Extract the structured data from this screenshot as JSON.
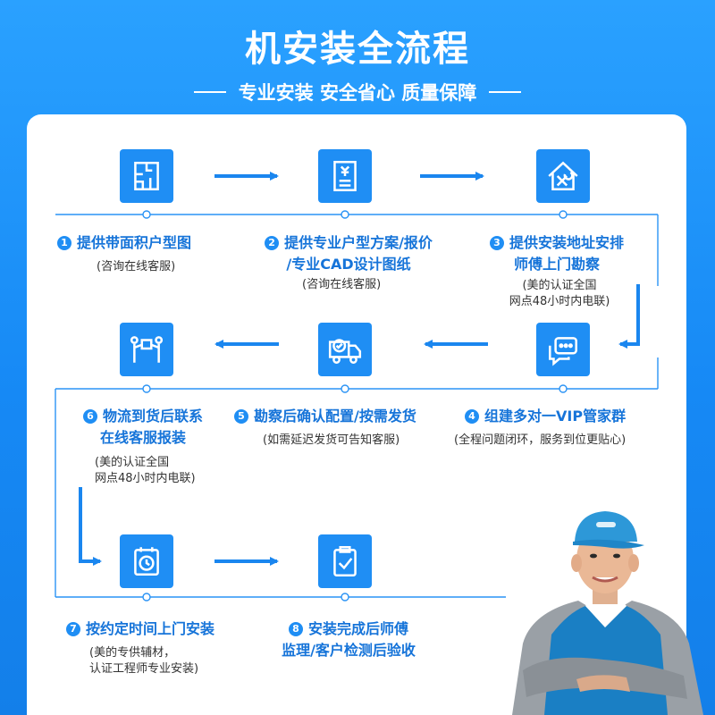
{
  "header": {
    "title": "机安装全流程",
    "subtitle": "专业安装 安全省心 质量保障"
  },
  "steps": [
    {
      "num": "1",
      "title_lines": [
        "提供带面积户型图"
      ],
      "desc_lines": [
        "(咨询在线客服)"
      ],
      "icon": "floorplan-icon"
    },
    {
      "num": "2",
      "title_lines": [
        "提供专业户型方案/报价",
        "/专业CAD设计图纸"
      ],
      "desc_lines": [
        "(咨询在线客服)"
      ],
      "icon": "quote-document-icon"
    },
    {
      "num": "3",
      "title_lines": [
        "提供安装地址安排",
        "师傅上门勘察"
      ],
      "desc_lines": [
        "(美的认证全国",
        "网点48小时内电联)"
      ],
      "icon": "house-tools-icon"
    },
    {
      "num": "4",
      "title_lines": [
        "组建多对一VIP管家群"
      ],
      "desc_lines": [
        "(全程问题闭环，服务到位更贴心)"
      ],
      "icon": "chat-bubble-icon"
    },
    {
      "num": "5",
      "title_lines": [
        "勘察后确认配置/按需发货"
      ],
      "desc_lines": [
        "(如需延迟发货可告知客服)"
      ],
      "icon": "delivery-truck-icon"
    },
    {
      "num": "6",
      "title_lines": [
        "物流到货后联系",
        "在线客服报装"
      ],
      "desc_lines": [
        "(美的认证全国",
        "网点48小时内电联)"
      ],
      "icon": "package-handover-icon"
    },
    {
      "num": "7",
      "title_lines": [
        "按约定时间上门安装"
      ],
      "desc_lines": [
        "(美的专供辅材，",
        "认证工程师专业安装)"
      ],
      "icon": "schedule-clock-icon"
    },
    {
      "num": "8",
      "title_lines": [
        "安装完成后师傅",
        "监理/客户检测后验收"
      ],
      "desc_lines": [],
      "icon": "checklist-icon"
    }
  ],
  "colors": {
    "background": "#1a8cf7",
    "accent": "#1f8ef4",
    "step_title": "#1674d9",
    "connector": "#2a93f5"
  }
}
